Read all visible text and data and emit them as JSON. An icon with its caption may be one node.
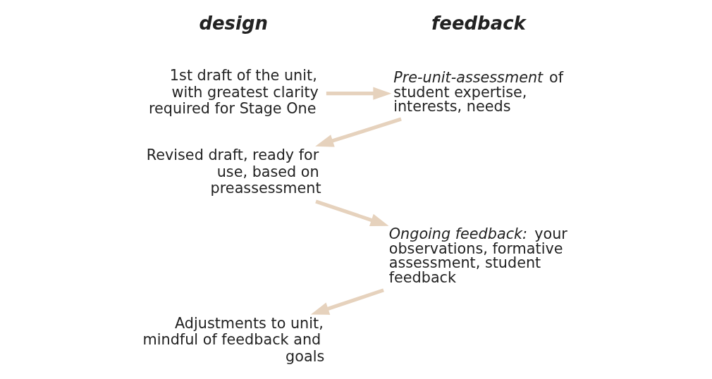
{
  "diagram": {
    "nodes": [
      {
        "text": [
          "1st draft of the unit, with greatest clarity required for Stage One"
        ]
      },
      {
        "text": [
          "*Pre-unit-assessment* of student expertise, interests, needs"
        ]
      },
      {
        "text": [
          "Revised draft, ready for use, based on preassessment"
        ]
      },
      {
        "text": [
          "*Ongoing feedback:* your observations, formative assessment, student feedback"
        ]
      },
      {
        "text": [
          "Adjustments to unit, mindful of feedback and goals"
        ]
      }
    ],
    "edges": [
      {
        "from": 0,
        "to": 1,
        "arrow": "to"
      },
      {
        "from": 1,
        "to": 2,
        "arrow": "to"
      },
      {
        "from": 2,
        "to": 3,
        "arrow": "to"
      },
      {
        "from": 3,
        "to": 4,
        "arrow": "to"
      }
    ],
    "labels": [
      "design",
      "feedback"
    ]
  }
}
